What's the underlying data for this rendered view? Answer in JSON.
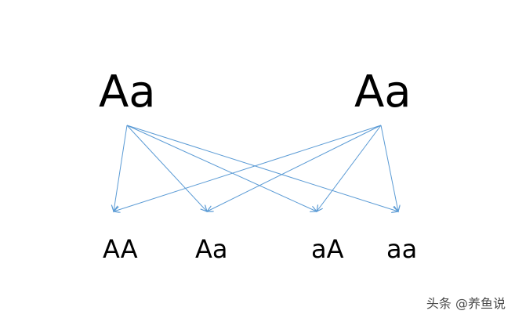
{
  "parents": [
    {
      "text": "Aa"
    },
    {
      "text": "Aa"
    }
  ],
  "offspring": [
    {
      "text": "AA"
    },
    {
      "text": "Aa"
    },
    {
      "text": "aA"
    },
    {
      "text": "aa"
    }
  ],
  "watermark": "头条 @养鱼说",
  "colors": {
    "arrow": "#5b9bd5",
    "text": "#000000"
  }
}
